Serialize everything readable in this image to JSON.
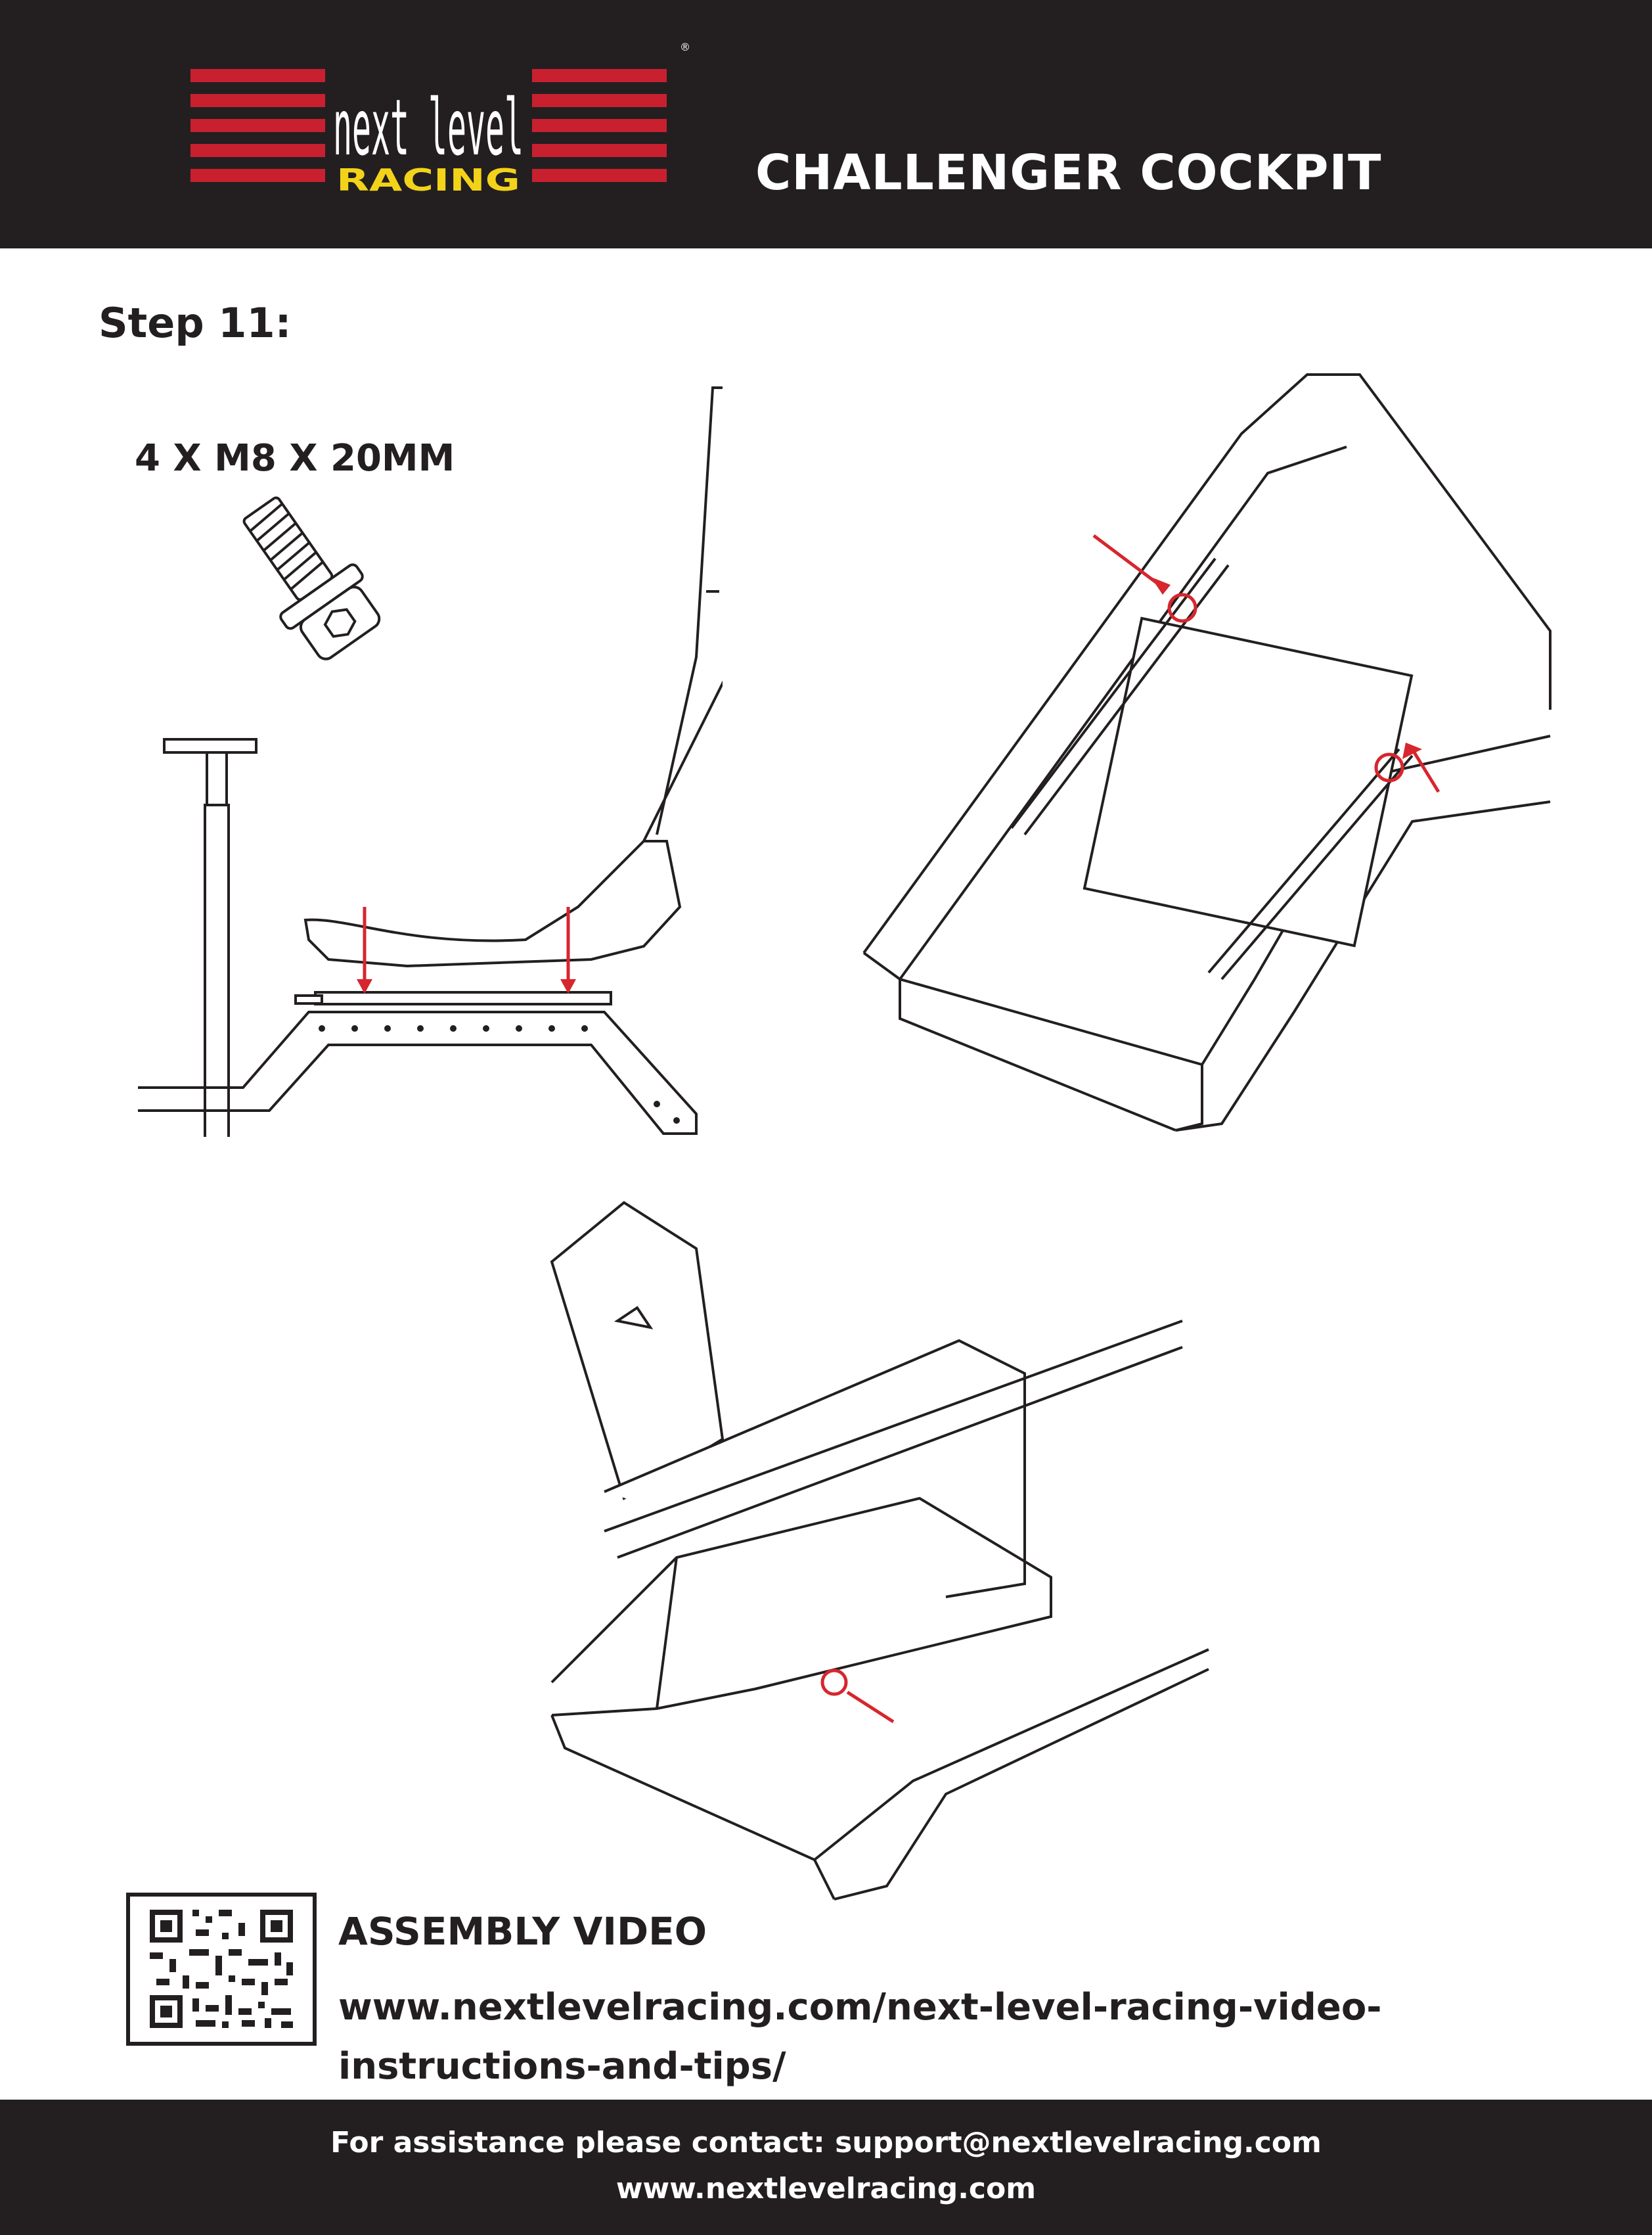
{
  "header": {
    "brand_line1": "next level",
    "brand_line2": "RACING",
    "registered": "®",
    "title": "CHALLENGER COCKPIT"
  },
  "step": {
    "title": "Step 11:",
    "part_label": "4 X M8 X 20MM"
  },
  "colors": {
    "dark": "#231f20",
    "brand_red": "#c8202f",
    "brand_yellow": "#f2d31a",
    "highlight_red": "#d7262e"
  },
  "assembly": {
    "title": "ASSEMBLY VIDEO",
    "url": "www.nextlevelracing.com/next-level-racing-video-instructions-and-tips/",
    "qr_icon": "qr-code-icon"
  },
  "footer": {
    "contact": "For assistance please contact: support@nextlevelracing.com",
    "website": "www.nextlevelracing.com"
  }
}
